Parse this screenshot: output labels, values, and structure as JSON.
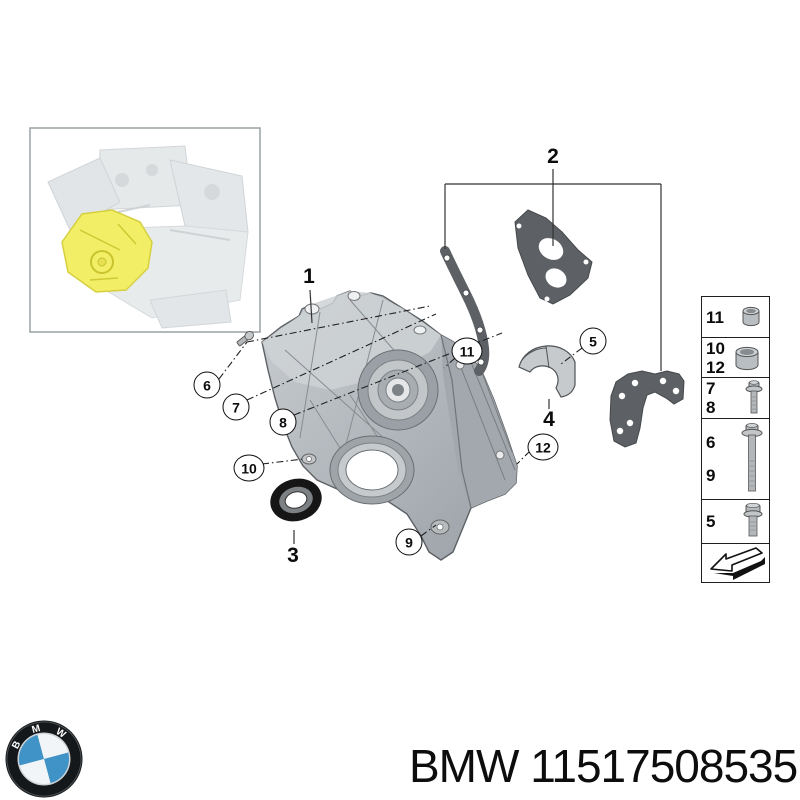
{
  "title": "BMW timing case parts diagram",
  "callouts": {
    "c1": {
      "label": "1"
    },
    "c2": {
      "label": "2"
    },
    "c3": {
      "label": "3"
    },
    "c4": {
      "label": "4"
    },
    "c5": {
      "label": "5"
    },
    "c6": {
      "label": "6"
    },
    "c7": {
      "label": "7"
    },
    "c8": {
      "label": "8"
    },
    "c9": {
      "label": "9"
    },
    "c10": {
      "label": "10"
    },
    "c11": {
      "label": "11"
    },
    "c12": {
      "label": "12"
    }
  },
  "sidebar": {
    "rows": [
      {
        "labels": [
          "11"
        ],
        "icon": "bushing-small-icon"
      },
      {
        "labels": [
          "10",
          "12"
        ],
        "icon": "bushing-large-icon"
      },
      {
        "labels": [
          "7",
          "8"
        ],
        "icon": "flange-bolt-short-icon"
      },
      {
        "labels": [
          "6",
          "9"
        ],
        "icon": "flange-bolt-long-icon"
      },
      {
        "labels": [
          "5"
        ],
        "icon": "flange-bolt-stubby-icon"
      },
      {
        "labels": [],
        "icon": "direction-arrow-icon"
      }
    ]
  },
  "footer": {
    "part_number": "BMW 11517508535",
    "logo_letters": [
      "B",
      "M",
      "W"
    ]
  },
  "colors": {
    "highlight_yellow": "#f2ee66",
    "bmw_blue": "#3f93c6",
    "part_gray": "#b7bcc0",
    "gasket_dark": "#5d6165",
    "line": "#222222"
  }
}
